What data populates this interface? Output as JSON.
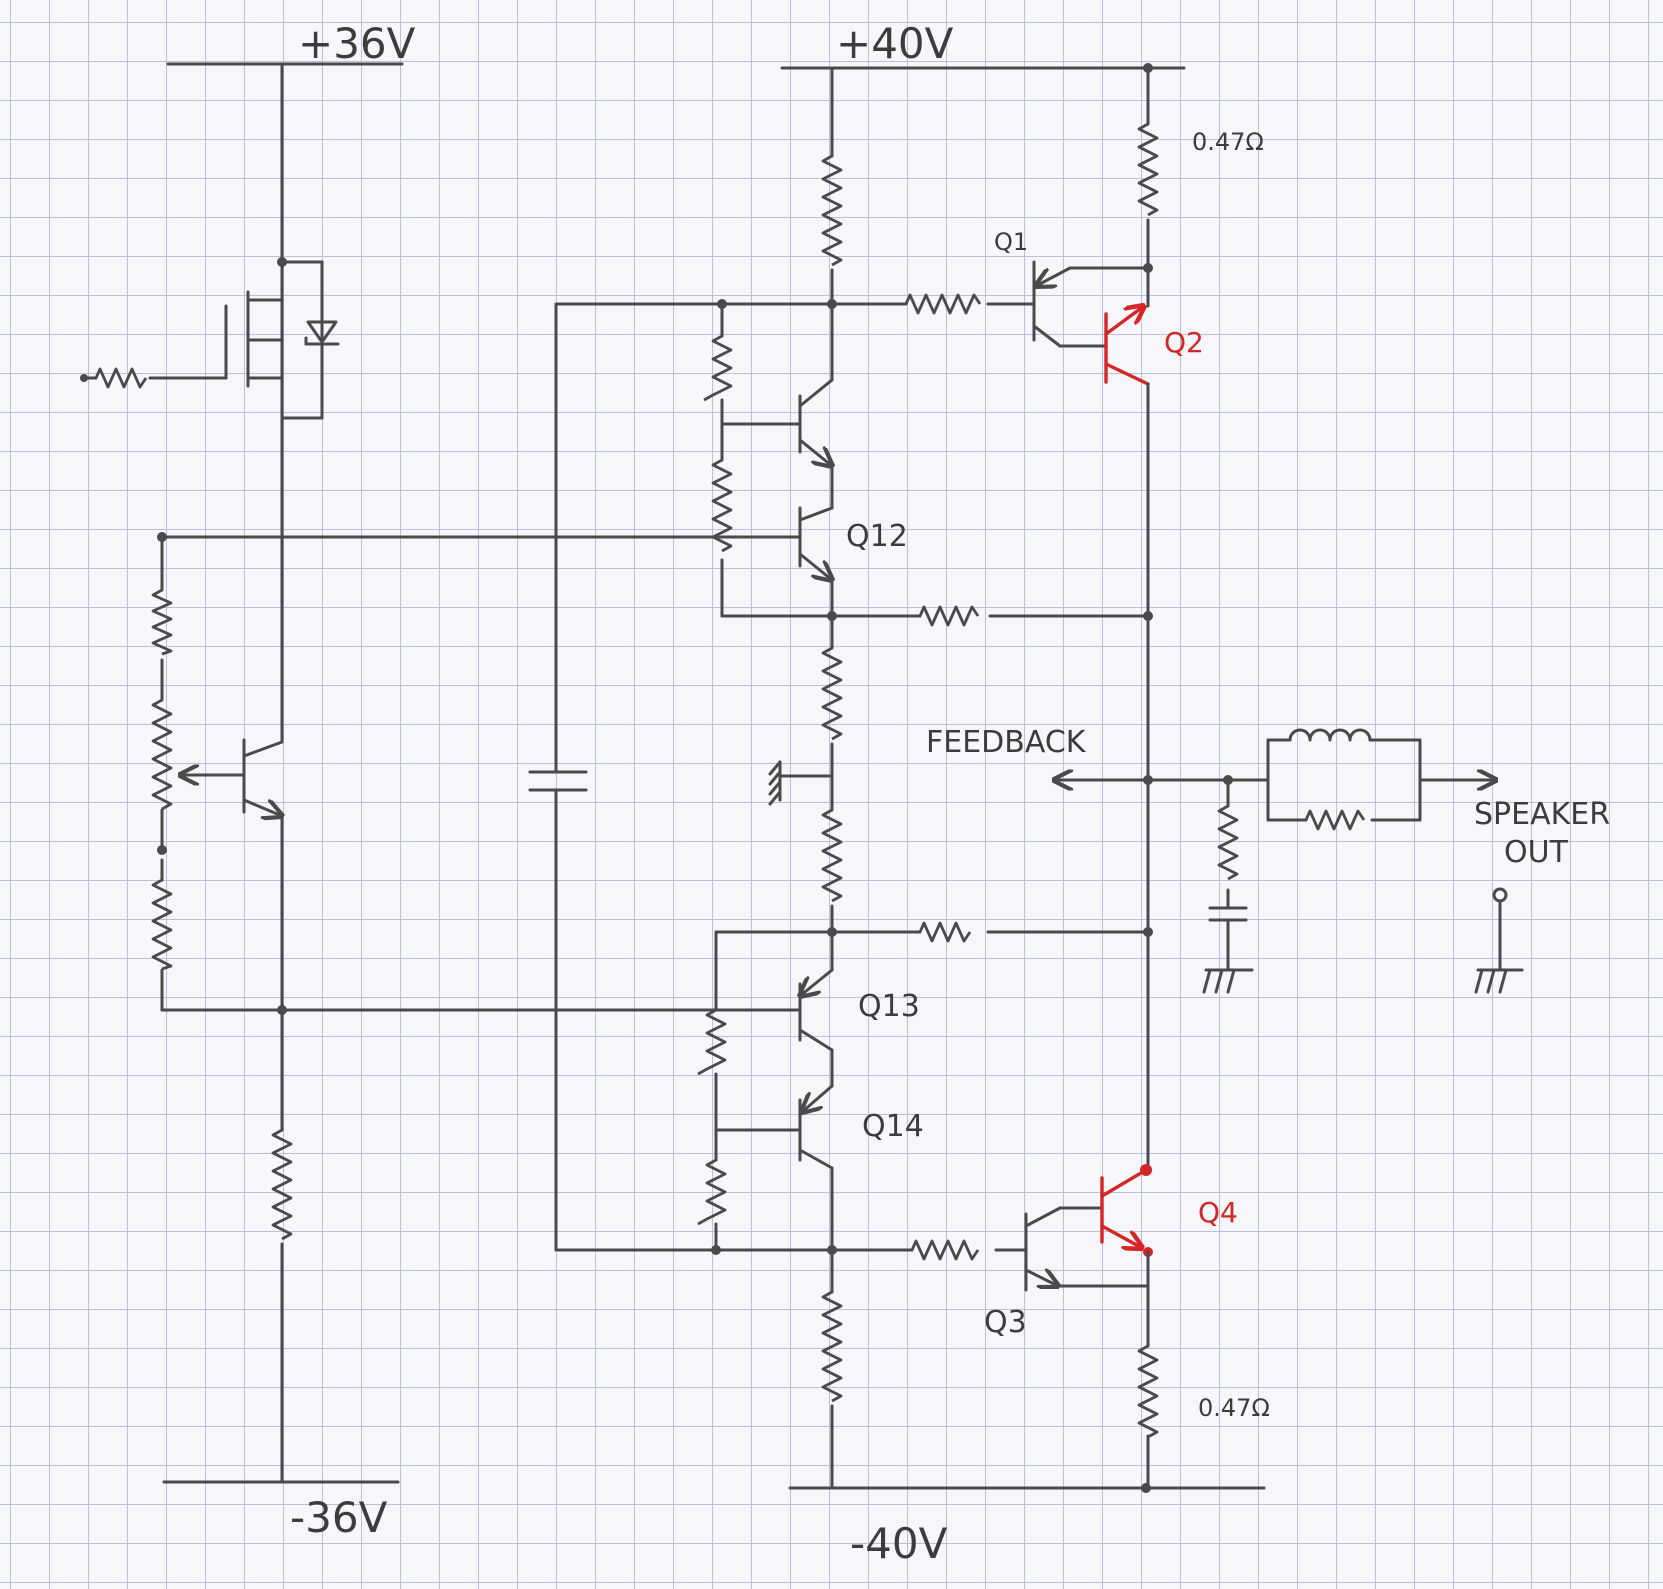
{
  "rails": {
    "plus36": "+36V",
    "minus36": "-36V",
    "plus40": "+40V",
    "minus40": "-40V"
  },
  "transistors": {
    "q1": "Q1",
    "q2": "Q2",
    "q3": "Q3",
    "q4": "Q4",
    "q12": "Q12",
    "q13": "Q13",
    "q14": "Q14"
  },
  "resistors": {
    "r_emitter_top": "0.47Ω",
    "r_emitter_bottom": "0.47Ω"
  },
  "annotations": {
    "feedback": "FEEDBACK",
    "speaker_line1": "SPEAKER",
    "speaker_line2": "OUT"
  },
  "colors": {
    "ink": "#4a4a4a",
    "highlight": "#d42626",
    "grid": "#b9bfe0"
  }
}
